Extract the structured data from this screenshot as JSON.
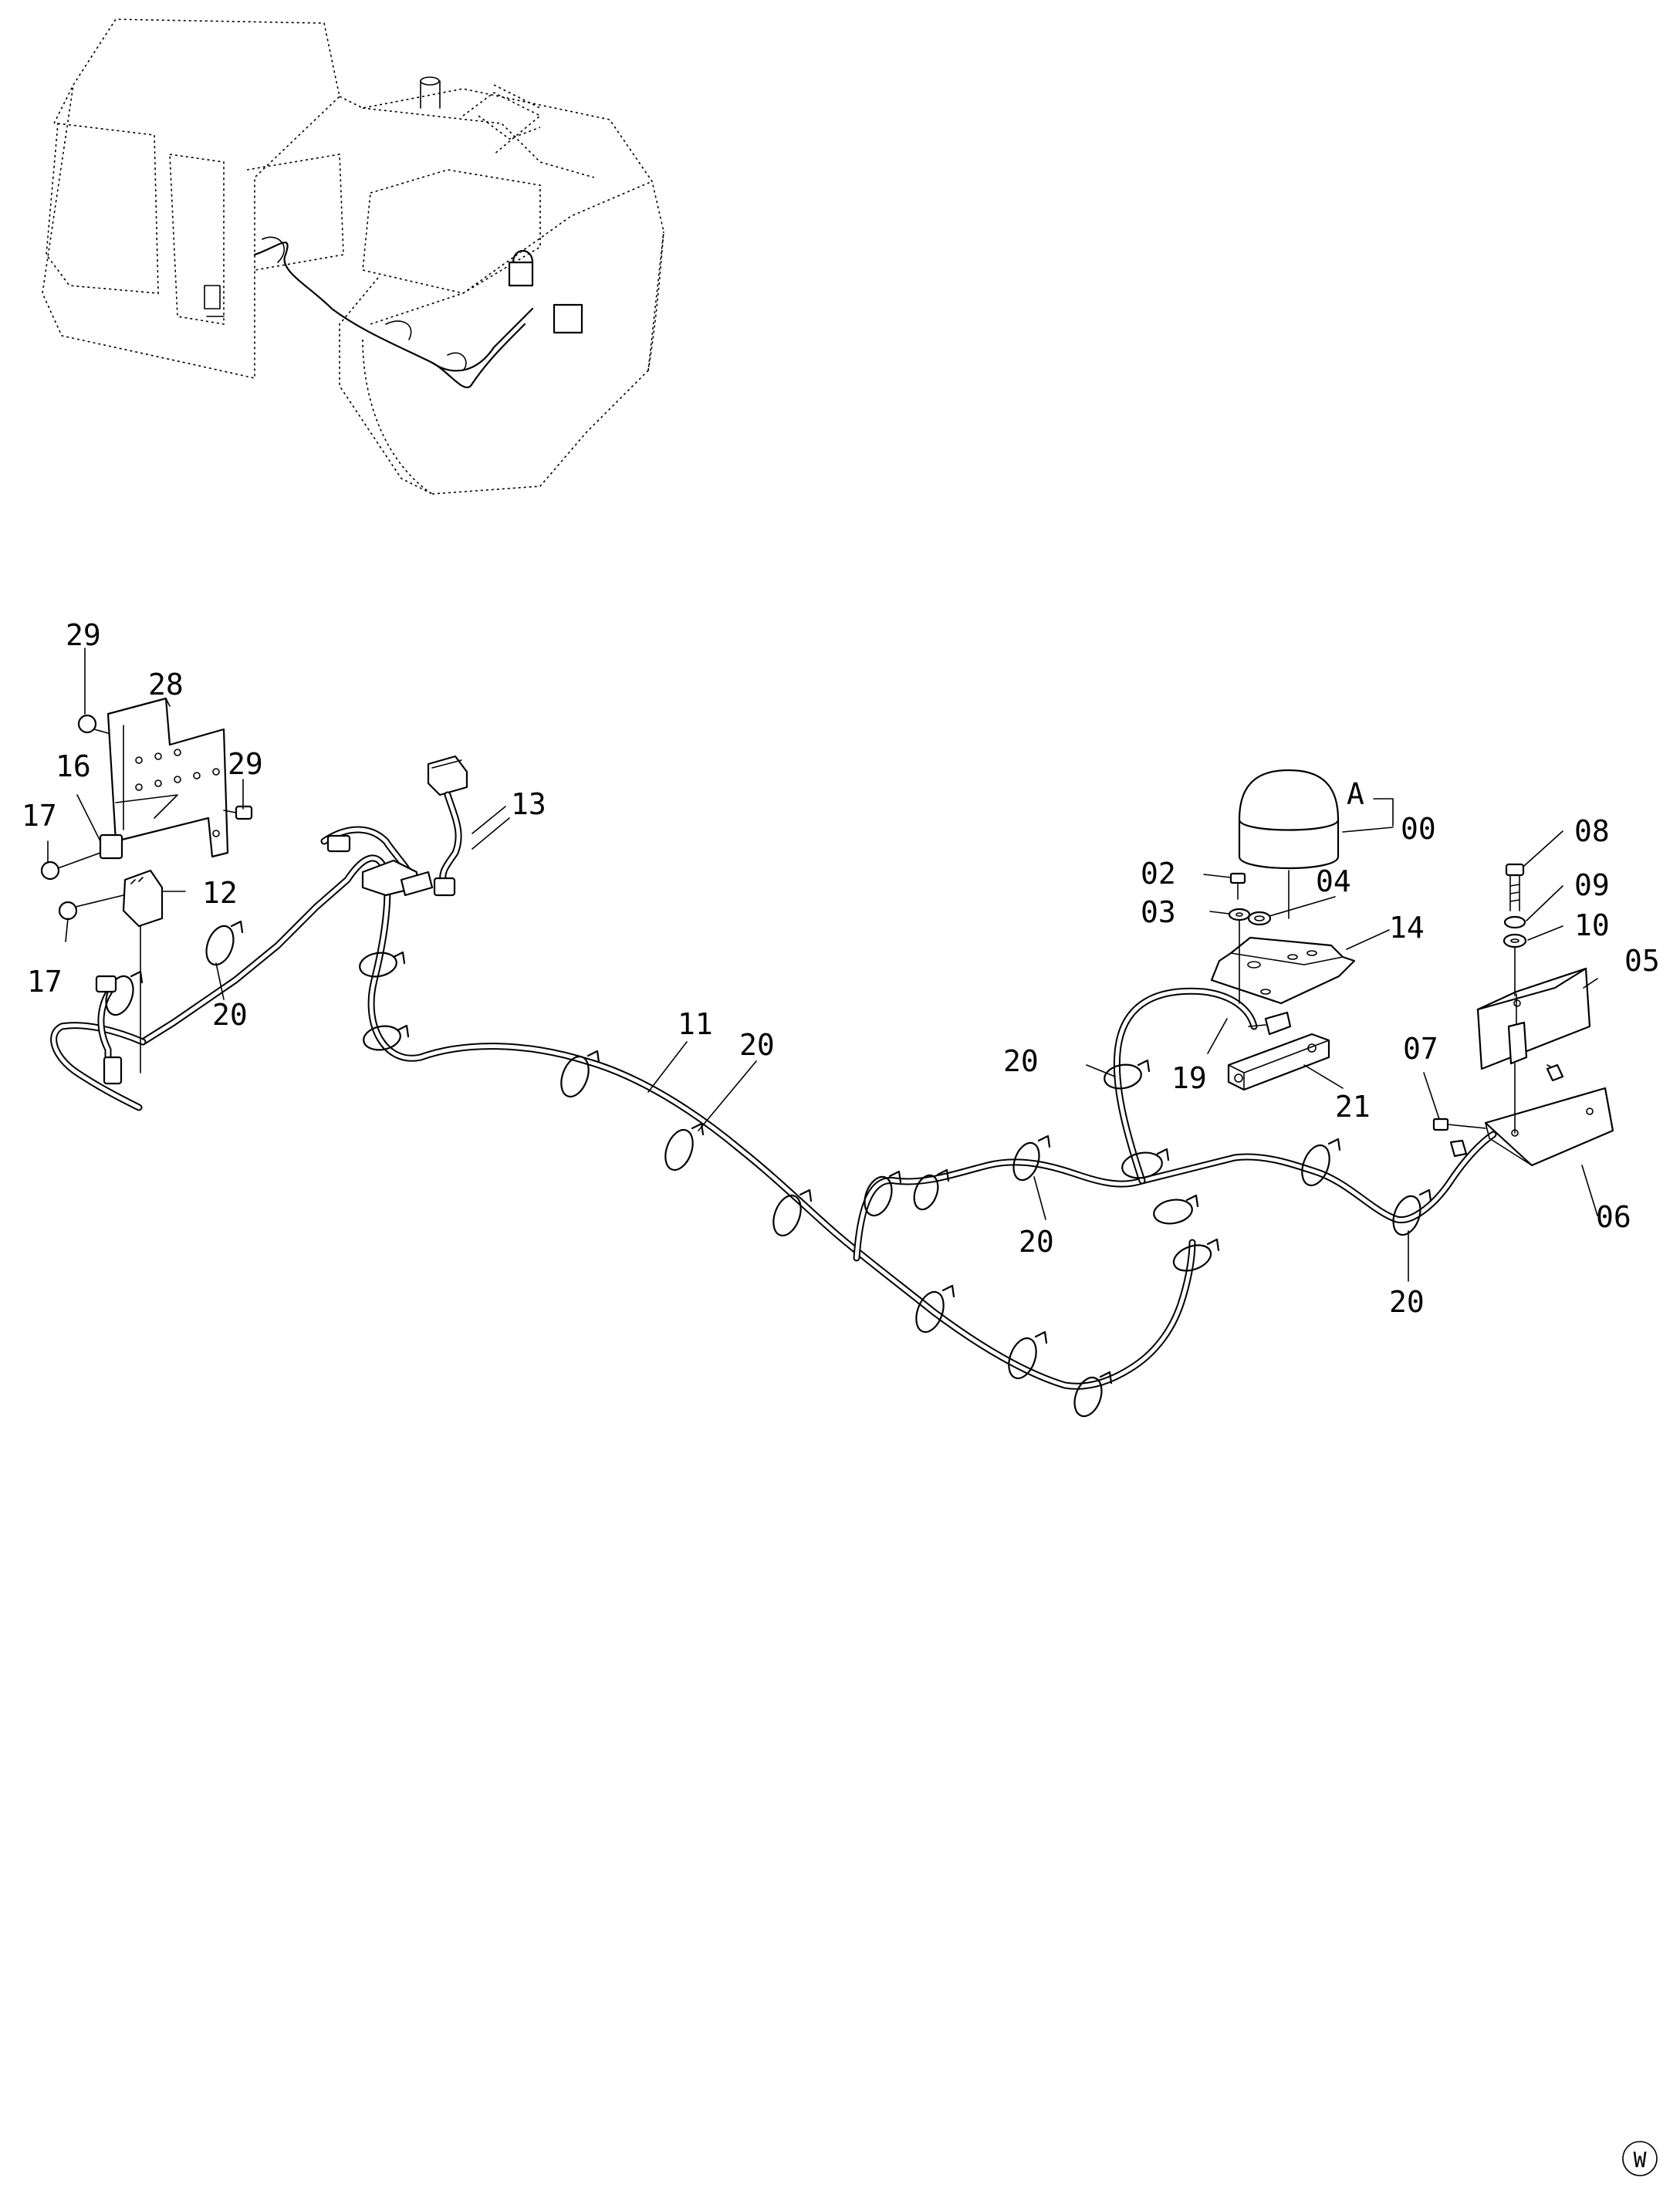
{
  "figure": {
    "type": "exploded parts diagram",
    "callouts": [
      {
        "id": "label-29-top",
        "text": "29"
      },
      {
        "id": "label-28",
        "text": "28"
      },
      {
        "id": "label-29-right",
        "text": "29"
      },
      {
        "id": "label-16",
        "text": "16"
      },
      {
        "id": "label-17-top",
        "text": "17"
      },
      {
        "id": "label-12",
        "text": "12"
      },
      {
        "id": "label-17-bottom",
        "text": "17"
      },
      {
        "id": "label-20-left",
        "text": "20"
      },
      {
        "id": "label-13",
        "text": "13"
      },
      {
        "id": "label-11",
        "text": "11"
      },
      {
        "id": "label-20-mid",
        "text": "20"
      },
      {
        "id": "label-a",
        "text": "A"
      },
      {
        "id": "label-00",
        "text": "00"
      },
      {
        "id": "label-02",
        "text": "02"
      },
      {
        "id": "label-03",
        "text": "03"
      },
      {
        "id": "label-04",
        "text": "04"
      },
      {
        "id": "label-14",
        "text": "14"
      },
      {
        "id": "label-20-center",
        "text": "20"
      },
      {
        "id": "label-19",
        "text": "19"
      },
      {
        "id": "label-21",
        "text": "21"
      },
      {
        "id": "label-20-lower",
        "text": "20"
      },
      {
        "id": "label-08",
        "text": "08"
      },
      {
        "id": "label-09",
        "text": "09"
      },
      {
        "id": "label-10",
        "text": "10"
      },
      {
        "id": "label-05",
        "text": "05"
      },
      {
        "id": "label-07",
        "text": "07"
      },
      {
        "id": "label-06",
        "text": "06"
      },
      {
        "id": "label-20-right",
        "text": "20"
      }
    ],
    "corner_mark": "W"
  }
}
